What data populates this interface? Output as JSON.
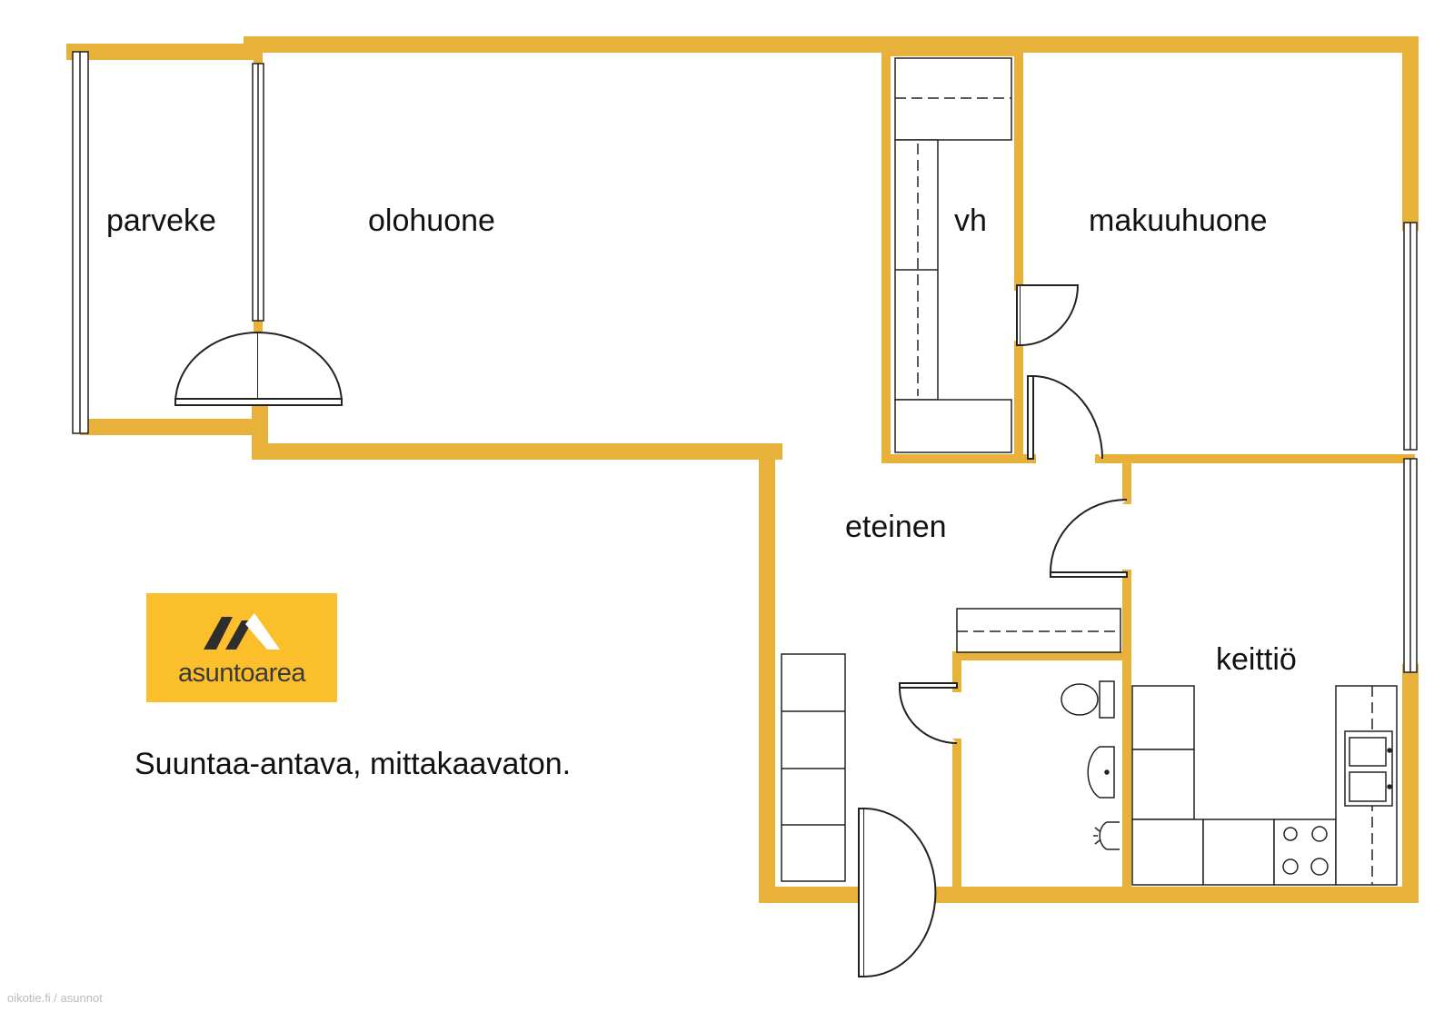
{
  "rooms": {
    "parveke": "parveke",
    "olohuone": "olohuone",
    "vh": "vh",
    "makuuhuone": "makuuhuone",
    "eteinen": "eteinen",
    "keittio": "keittiö"
  },
  "note": "Suuntaa-antava, mittakaavaton.",
  "logo": {
    "text": "asuntoarea",
    "background": "#fbbf2b"
  },
  "credit": "oikotie.fi / asunnot",
  "colors": {
    "wall": "#e8b23a",
    "line": "#222222"
  }
}
